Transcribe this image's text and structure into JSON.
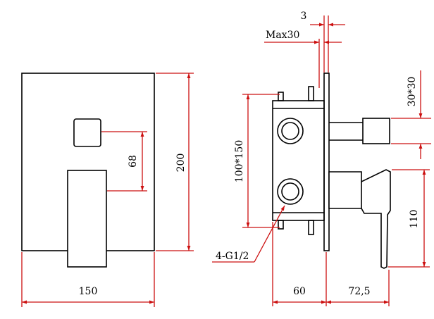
{
  "dimensions": {
    "width": "150",
    "height": "200",
    "handle_offset": "68",
    "spacing": "100*150",
    "cover_thickness": "3",
    "max_depth": "Max30",
    "square_section": "30*30",
    "body_depth": "60",
    "lever_depth": "72,5",
    "lever_height": "110",
    "connection": "4-G1/2"
  },
  "colors": {
    "outline": "#000000",
    "dimension_lines": "#cc1010",
    "background": "#ffffff"
  }
}
